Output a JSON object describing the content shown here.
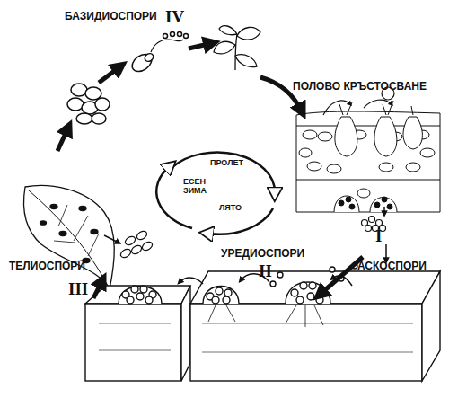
{
  "diagram": {
    "labels": [
      "БАЗИДИОСПОРИ",
      "IV",
      "ПОЛОВО КРЪСТОСВАНЕ",
      "ПРОЛЕТ",
      "ЕСЕН ЗИМА",
      "ЛЯТО",
      "I",
      "АСКОСПОРИ",
      "УРЕДИОСПОРИ",
      "II",
      "ТЕЛИОСПОРИ",
      "III"
    ]
  }
}
